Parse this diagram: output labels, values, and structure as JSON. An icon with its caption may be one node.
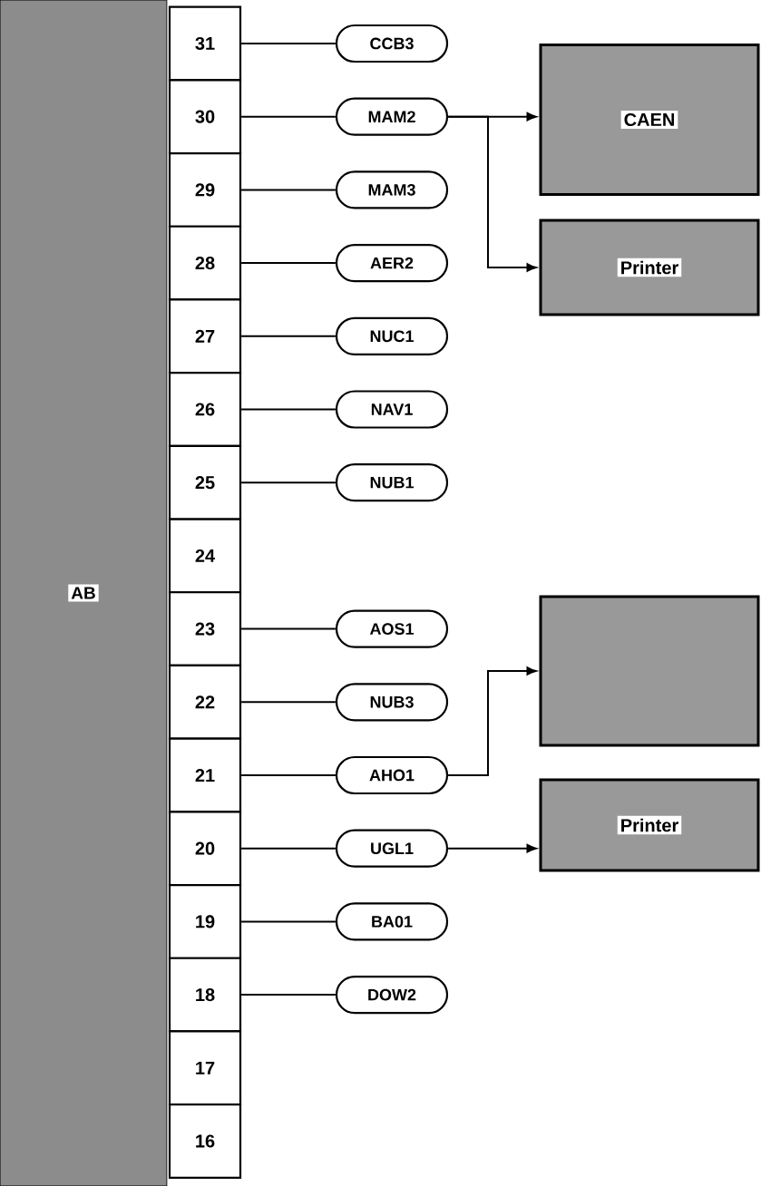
{
  "diagram": {
    "nodes": [
      {
        "text": [
          "AB"
        ]
      },
      {
        "text": [
          "31"
        ]
      },
      {
        "text": [
          "30"
        ]
      },
      {
        "text": [
          "29"
        ]
      },
      {
        "text": [
          "28"
        ]
      },
      {
        "text": [
          "27"
        ]
      },
      {
        "text": [
          "26"
        ]
      },
      {
        "text": [
          "25"
        ]
      },
      {
        "text": [
          "24"
        ]
      },
      {
        "text": [
          "23"
        ]
      },
      {
        "text": [
          "22"
        ]
      },
      {
        "text": [
          "21"
        ]
      },
      {
        "text": [
          "20"
        ]
      },
      {
        "text": [
          "19"
        ]
      },
      {
        "text": [
          "18"
        ]
      },
      {
        "text": [
          "17"
        ]
      },
      {
        "text": [
          "16"
        ]
      },
      {
        "text": [
          "CCB3"
        ]
      },
      {
        "text": [
          "MAM2"
        ]
      },
      {
        "text": [
          "MAM3"
        ]
      },
      {
        "text": [
          "AER2"
        ]
      },
      {
        "text": [
          "NUC1"
        ]
      },
      {
        "text": [
          "NAV1"
        ]
      },
      {
        "text": [
          "NUB1"
        ]
      },
      {
        "text": [
          "AOS1"
        ]
      },
      {
        "text": [
          "NUB3"
        ]
      },
      {
        "text": [
          "AHO1"
        ]
      },
      {
        "text": [
          "UGL1"
        ]
      },
      {
        "text": [
          "BA01"
        ]
      },
      {
        "text": [
          "DOW2"
        ]
      },
      {
        "text": [
          "CAEN"
        ]
      },
      {
        "text": [
          "Printer"
        ]
      },
      {
        "text": [],
        "shape": "box"
      },
      {
        "text": [
          "Printer"
        ]
      }
    ],
    "edges": [
      {
        "from": 1,
        "to": 17,
        "arrow": "none"
      },
      {
        "from": 2,
        "to": 18,
        "arrow": "none"
      },
      {
        "from": 3,
        "to": 19,
        "arrow": "none"
      },
      {
        "from": 4,
        "to": 20,
        "arrow": "none"
      },
      {
        "from": 5,
        "to": 21,
        "arrow": "none"
      },
      {
        "from": 6,
        "to": 22,
        "arrow": "none"
      },
      {
        "from": 7,
        "to": 23,
        "arrow": "none"
      },
      {
        "from": 9,
        "to": 24,
        "arrow": "none"
      },
      {
        "from": 10,
        "to": 25,
        "arrow": "none"
      },
      {
        "from": 11,
        "to": 26,
        "arrow": "none"
      },
      {
        "from": 12,
        "to": 27,
        "arrow": "none"
      },
      {
        "from": 13,
        "to": 28,
        "arrow": "none"
      },
      {
        "from": 14,
        "to": 29,
        "arrow": "none"
      },
      {
        "from": 18,
        "to": 30,
        "arrow": "to"
      },
      {
        "from": 18,
        "to": 31,
        "arrow": "to"
      },
      {
        "from": 26,
        "to": 32,
        "arrow": "to"
      },
      {
        "from": 27,
        "to": 33,
        "arrow": "to"
      }
    ]
  }
}
